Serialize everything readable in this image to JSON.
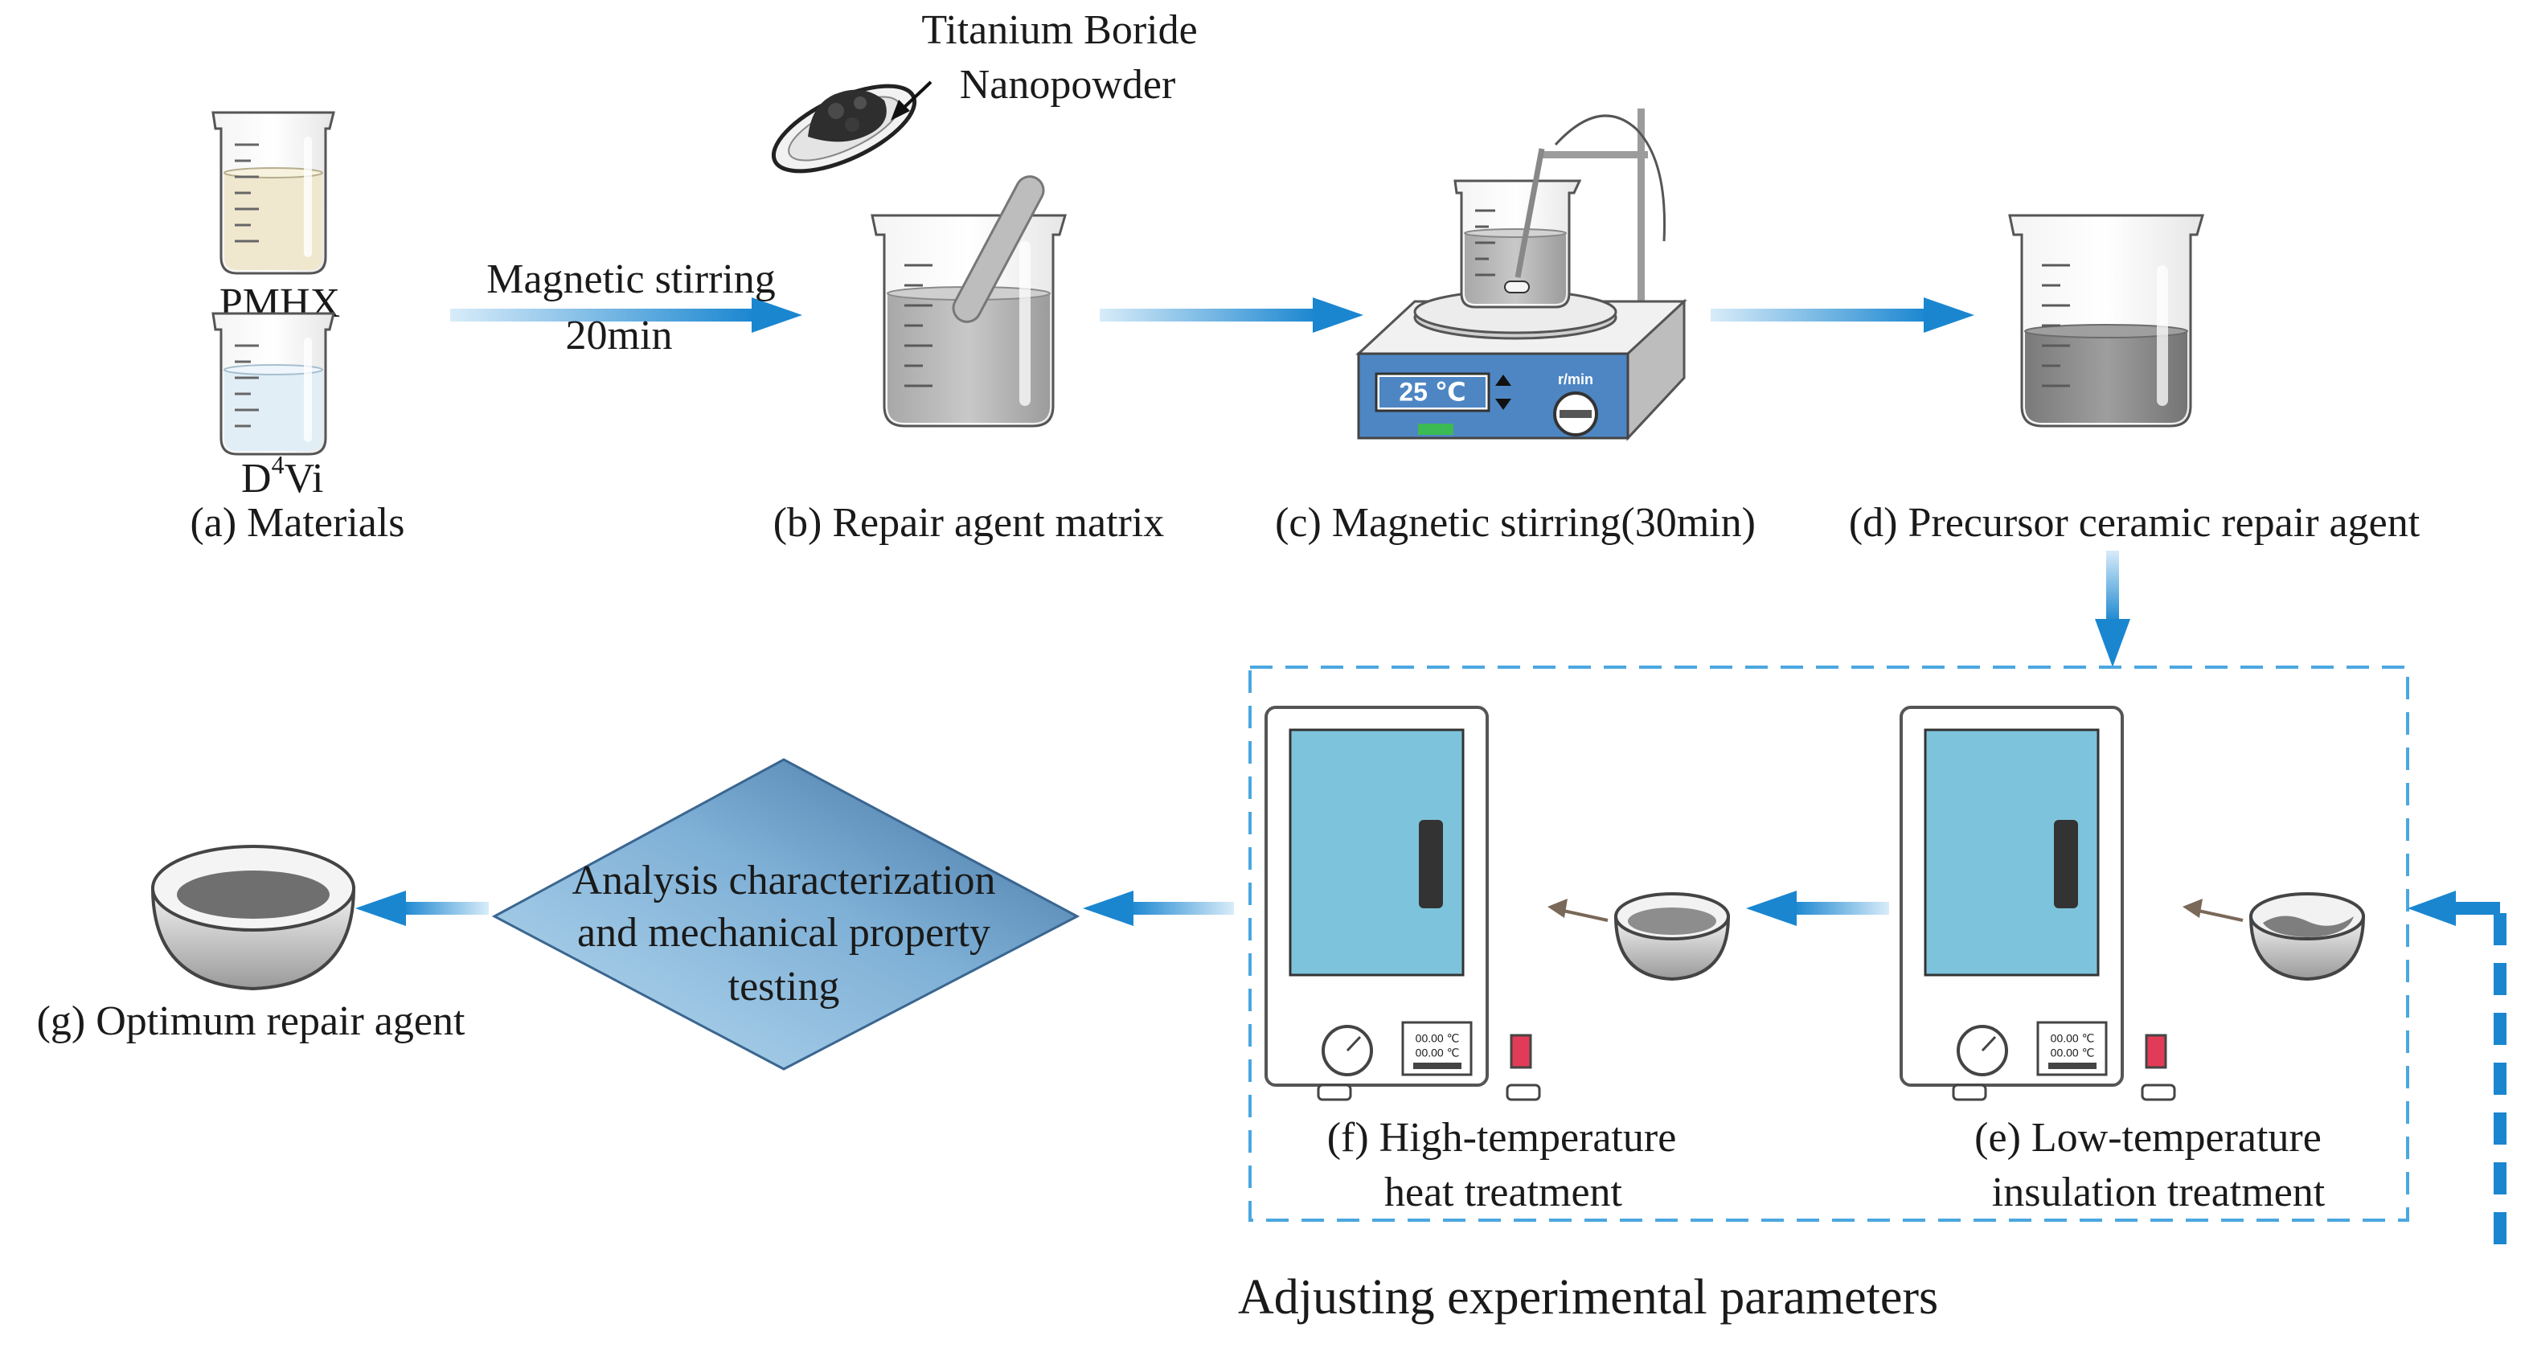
{
  "labels": {
    "materials": "(a) Materials",
    "pmhx": "PMHX",
    "d4vi_main": "D",
    "d4vi_sup": "4",
    "d4vi_rest": "Vi",
    "stir_arrow_line1": "Magnetic stirring",
    "stir_arrow_line2": "20min",
    "tib_line1": "Titanium Boride",
    "tib_line2": "Nanopowder",
    "repair_matrix": "(b) Repair agent matrix",
    "magnetic_stirring": "(c) Magnetic stirring(30min)",
    "precursor": "(d) Precursor ceramic repair agent",
    "low_temp_line1": "(e) Low-temperature",
    "low_temp_line2": "insulation treatment",
    "high_temp_line1": "(f) High-temperature",
    "high_temp_line2": "heat treatment",
    "analysis_line1": "Analysis characterization",
    "analysis_line2": "and mechanical property",
    "analysis_line3": "testing",
    "optimum": "(g) Optimum repair agent",
    "adjusting": "Adjusting experimental parameters"
  },
  "stirrer_panel": {
    "temperature": "25 ℃",
    "speed_label": "r/min"
  },
  "oven_panel": {
    "readout_line1": "00.00 ℃",
    "readout_line2": "00.00 ℃"
  },
  "colors": {
    "arrow_blue": "#1a86d0",
    "arrow_light": "#cfe6f7",
    "oven_window": "#7ec3dc",
    "diamond_dark": "#4a7ba8",
    "diamond_light": "#a9cfe9",
    "stirrer_panel": "#4e86c4",
    "liquid_cream": "#efe8cf",
    "liquid_blue": "#e1eef6",
    "liquid_gray": "#bdbdbd",
    "liquid_dark": "#8f8f8f"
  }
}
